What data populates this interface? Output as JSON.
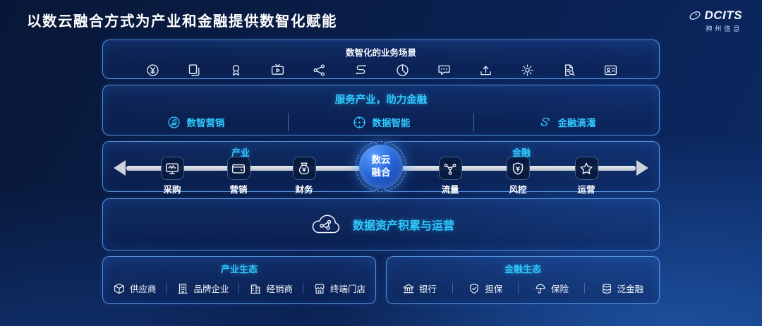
{
  "header": {
    "title": "以数云融合方式为产业和金融提供数智化赋能",
    "logo": {
      "brand": "DCITS",
      "subtitle": "神州信息",
      "icon": "dcits-swoosh-icon"
    }
  },
  "scenarios": {
    "title": "数智化的业务场景",
    "icons": [
      "finance-yen-icon",
      "documents-icon",
      "medal-icon",
      "video-icon",
      "share-network-icon",
      "data-flow-icon",
      "pie-chart-icon",
      "chat-icon",
      "upload-icon",
      "gear-icon",
      "file-search-icon",
      "id-card-icon"
    ]
  },
  "services": {
    "title": "服务产业，助力金融",
    "items": [
      {
        "label": "数智营销",
        "icon": "smart-marketing-icon"
      },
      {
        "label": "数据智能",
        "icon": "data-intelligence-icon"
      },
      {
        "label": "金融滴灌",
        "icon": "finance-irrigation-icon"
      }
    ]
  },
  "flow": {
    "industry": {
      "title": "产业",
      "items": [
        {
          "label": "采购",
          "icon": "monitor-icon"
        },
        {
          "label": "营销",
          "icon": "wallet-icon"
        },
        {
          "label": "财务",
          "icon": "money-bag-icon"
        }
      ]
    },
    "center": {
      "label": "数云融合",
      "line1": "数云",
      "line2": "融合"
    },
    "finance": {
      "title": "金融",
      "items": [
        {
          "label": "流量",
          "icon": "network-icon"
        },
        {
          "label": "风控",
          "icon": "shield-yen-icon"
        },
        {
          "label": "运营",
          "icon": "star-icon"
        }
      ]
    }
  },
  "data_asset": {
    "title": "数据资产积累与运营",
    "icon": "cloud-network-icon"
  },
  "ecosystems": {
    "industry": {
      "title": "产业生态",
      "items": [
        {
          "label": "供应商",
          "icon": "box-icon"
        },
        {
          "label": "品牌企业",
          "icon": "building-icon"
        },
        {
          "label": "经销商",
          "icon": "distributor-icon"
        },
        {
          "label": "终端门店",
          "icon": "storefront-icon"
        }
      ]
    },
    "finance": {
      "title": "金融生态",
      "items": [
        {
          "label": "银行",
          "icon": "bank-icon"
        },
        {
          "label": "担保",
          "icon": "shield-check-icon"
        },
        {
          "label": "保险",
          "icon": "umbrella-icon"
        },
        {
          "label": "泛金融",
          "icon": "coins-icon"
        }
      ]
    }
  },
  "colors": {
    "accent_cyan": "#2fc9ff",
    "panel_border": "#6eb4ff",
    "background_dark": "#081a3e",
    "arrow_gray": "#ccd3dc"
  }
}
